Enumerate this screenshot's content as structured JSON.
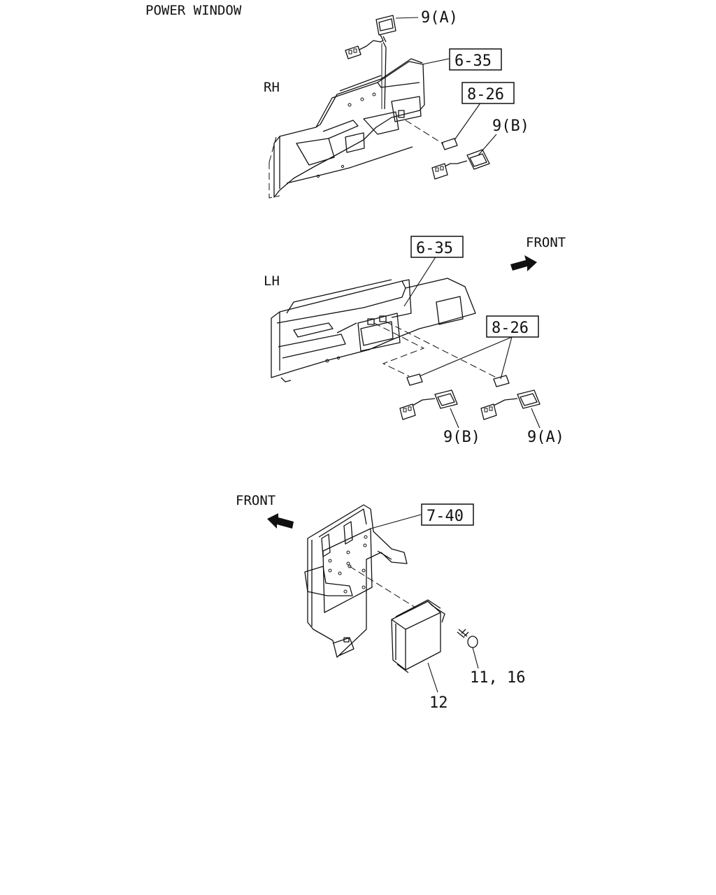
{
  "title": "POWER WINDOW",
  "sections": {
    "rh": {
      "side_label": "RH",
      "refs": {
        "panel": "6-35",
        "clip": "8-26"
      },
      "callouts": {
        "switch_a": "9(A)",
        "switch_b": "9(B)"
      }
    },
    "lh": {
      "side_label": "LH",
      "front_label": "FRONT",
      "refs": {
        "panel": "6-35",
        "clip": "8-26"
      },
      "callouts": {
        "switch_b": "9(B)",
        "switch_a": "9(A)"
      }
    },
    "relay": {
      "front_label": "FRONT",
      "refs": {
        "bracket": "7-40"
      },
      "callouts": {
        "screw": "11, 16",
        "relay": "12"
      }
    }
  },
  "icons": {
    "front_arrow": "arrow-icon"
  }
}
